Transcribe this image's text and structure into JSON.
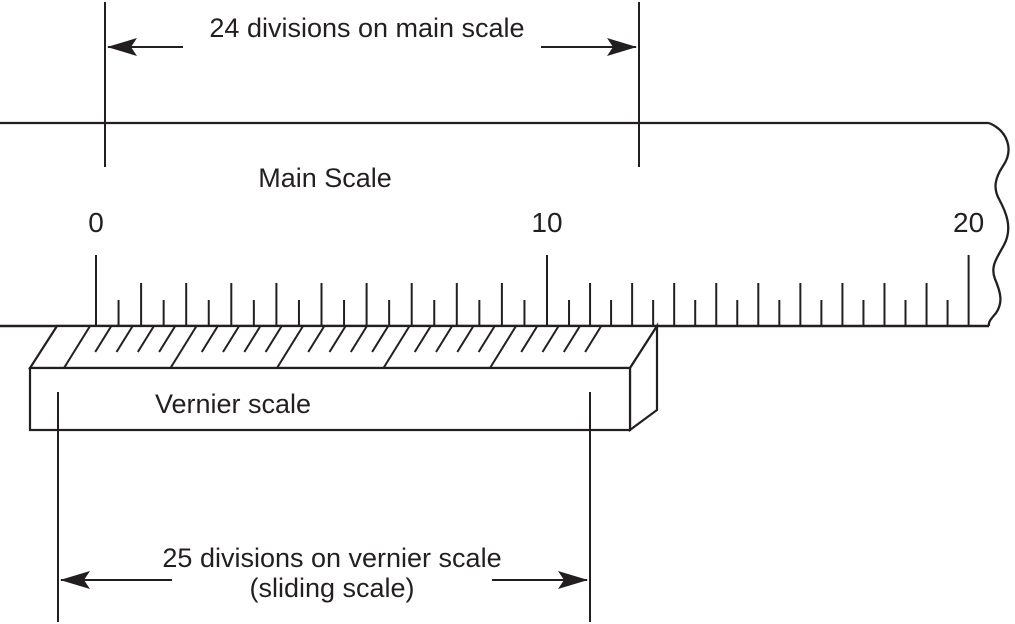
{
  "diagram": {
    "background": "#ffffff",
    "ink_color": "#231f20"
  },
  "top_annotation": {
    "text": "24 divisions on main scale"
  },
  "main_scale": {
    "title": "Main Scale",
    "numbers": [
      {
        "label": "0",
        "tick_index": 0
      },
      {
        "label": "10",
        "tick_index": 20
      },
      {
        "label": "20",
        "tick_index": 40
      }
    ],
    "total_ticks": 41,
    "half_ticks_per_numbered_division": 2
  },
  "vernier_scale": {
    "title": "Vernier scale",
    "tick_count": 25,
    "major_tick_every": 5
  },
  "bottom_annotation": {
    "line1": "25 divisions on vernier scale",
    "line2": "(sliding scale)"
  }
}
